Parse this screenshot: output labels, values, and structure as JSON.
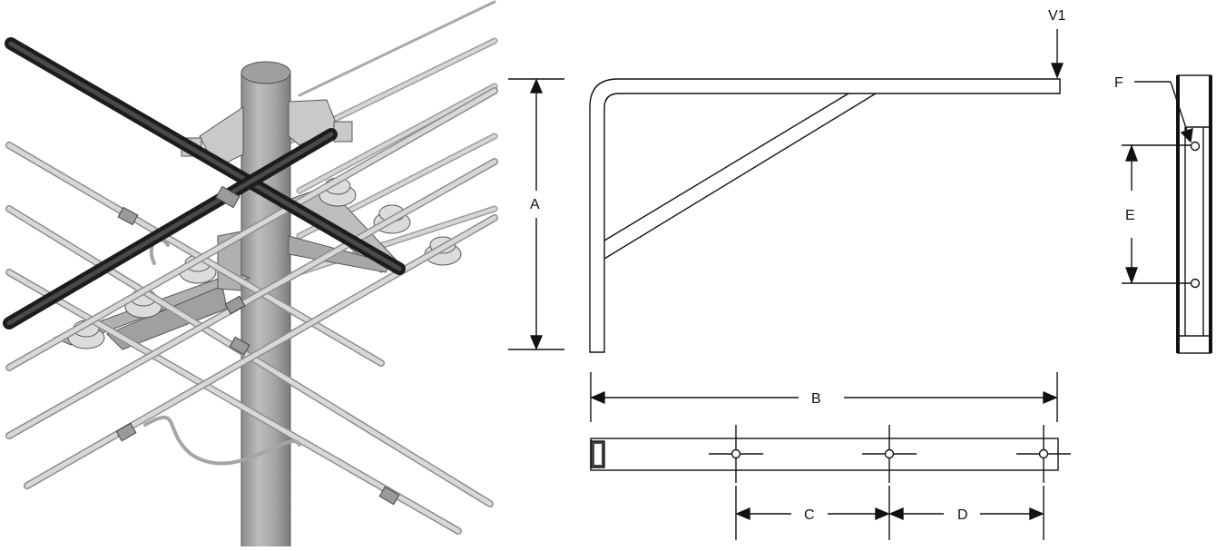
{
  "labels": {
    "a": "A",
    "b": "B",
    "c": "C",
    "d": "D",
    "e": "E",
    "f": "F",
    "v1": "V1"
  },
  "colors": {
    "line": "#111111",
    "pole_light": "#b4b4b4",
    "pole_mid": "#9a9a9a",
    "pole_dark": "#7a7a7a",
    "black_cable": "#2b2b2b",
    "grey_wire": "#bcbcbc",
    "insulator": "#d8d8d8"
  },
  "icons": {
    "pole": "utility-pole-illustration",
    "bracket": "bracket-technical-drawing"
  }
}
